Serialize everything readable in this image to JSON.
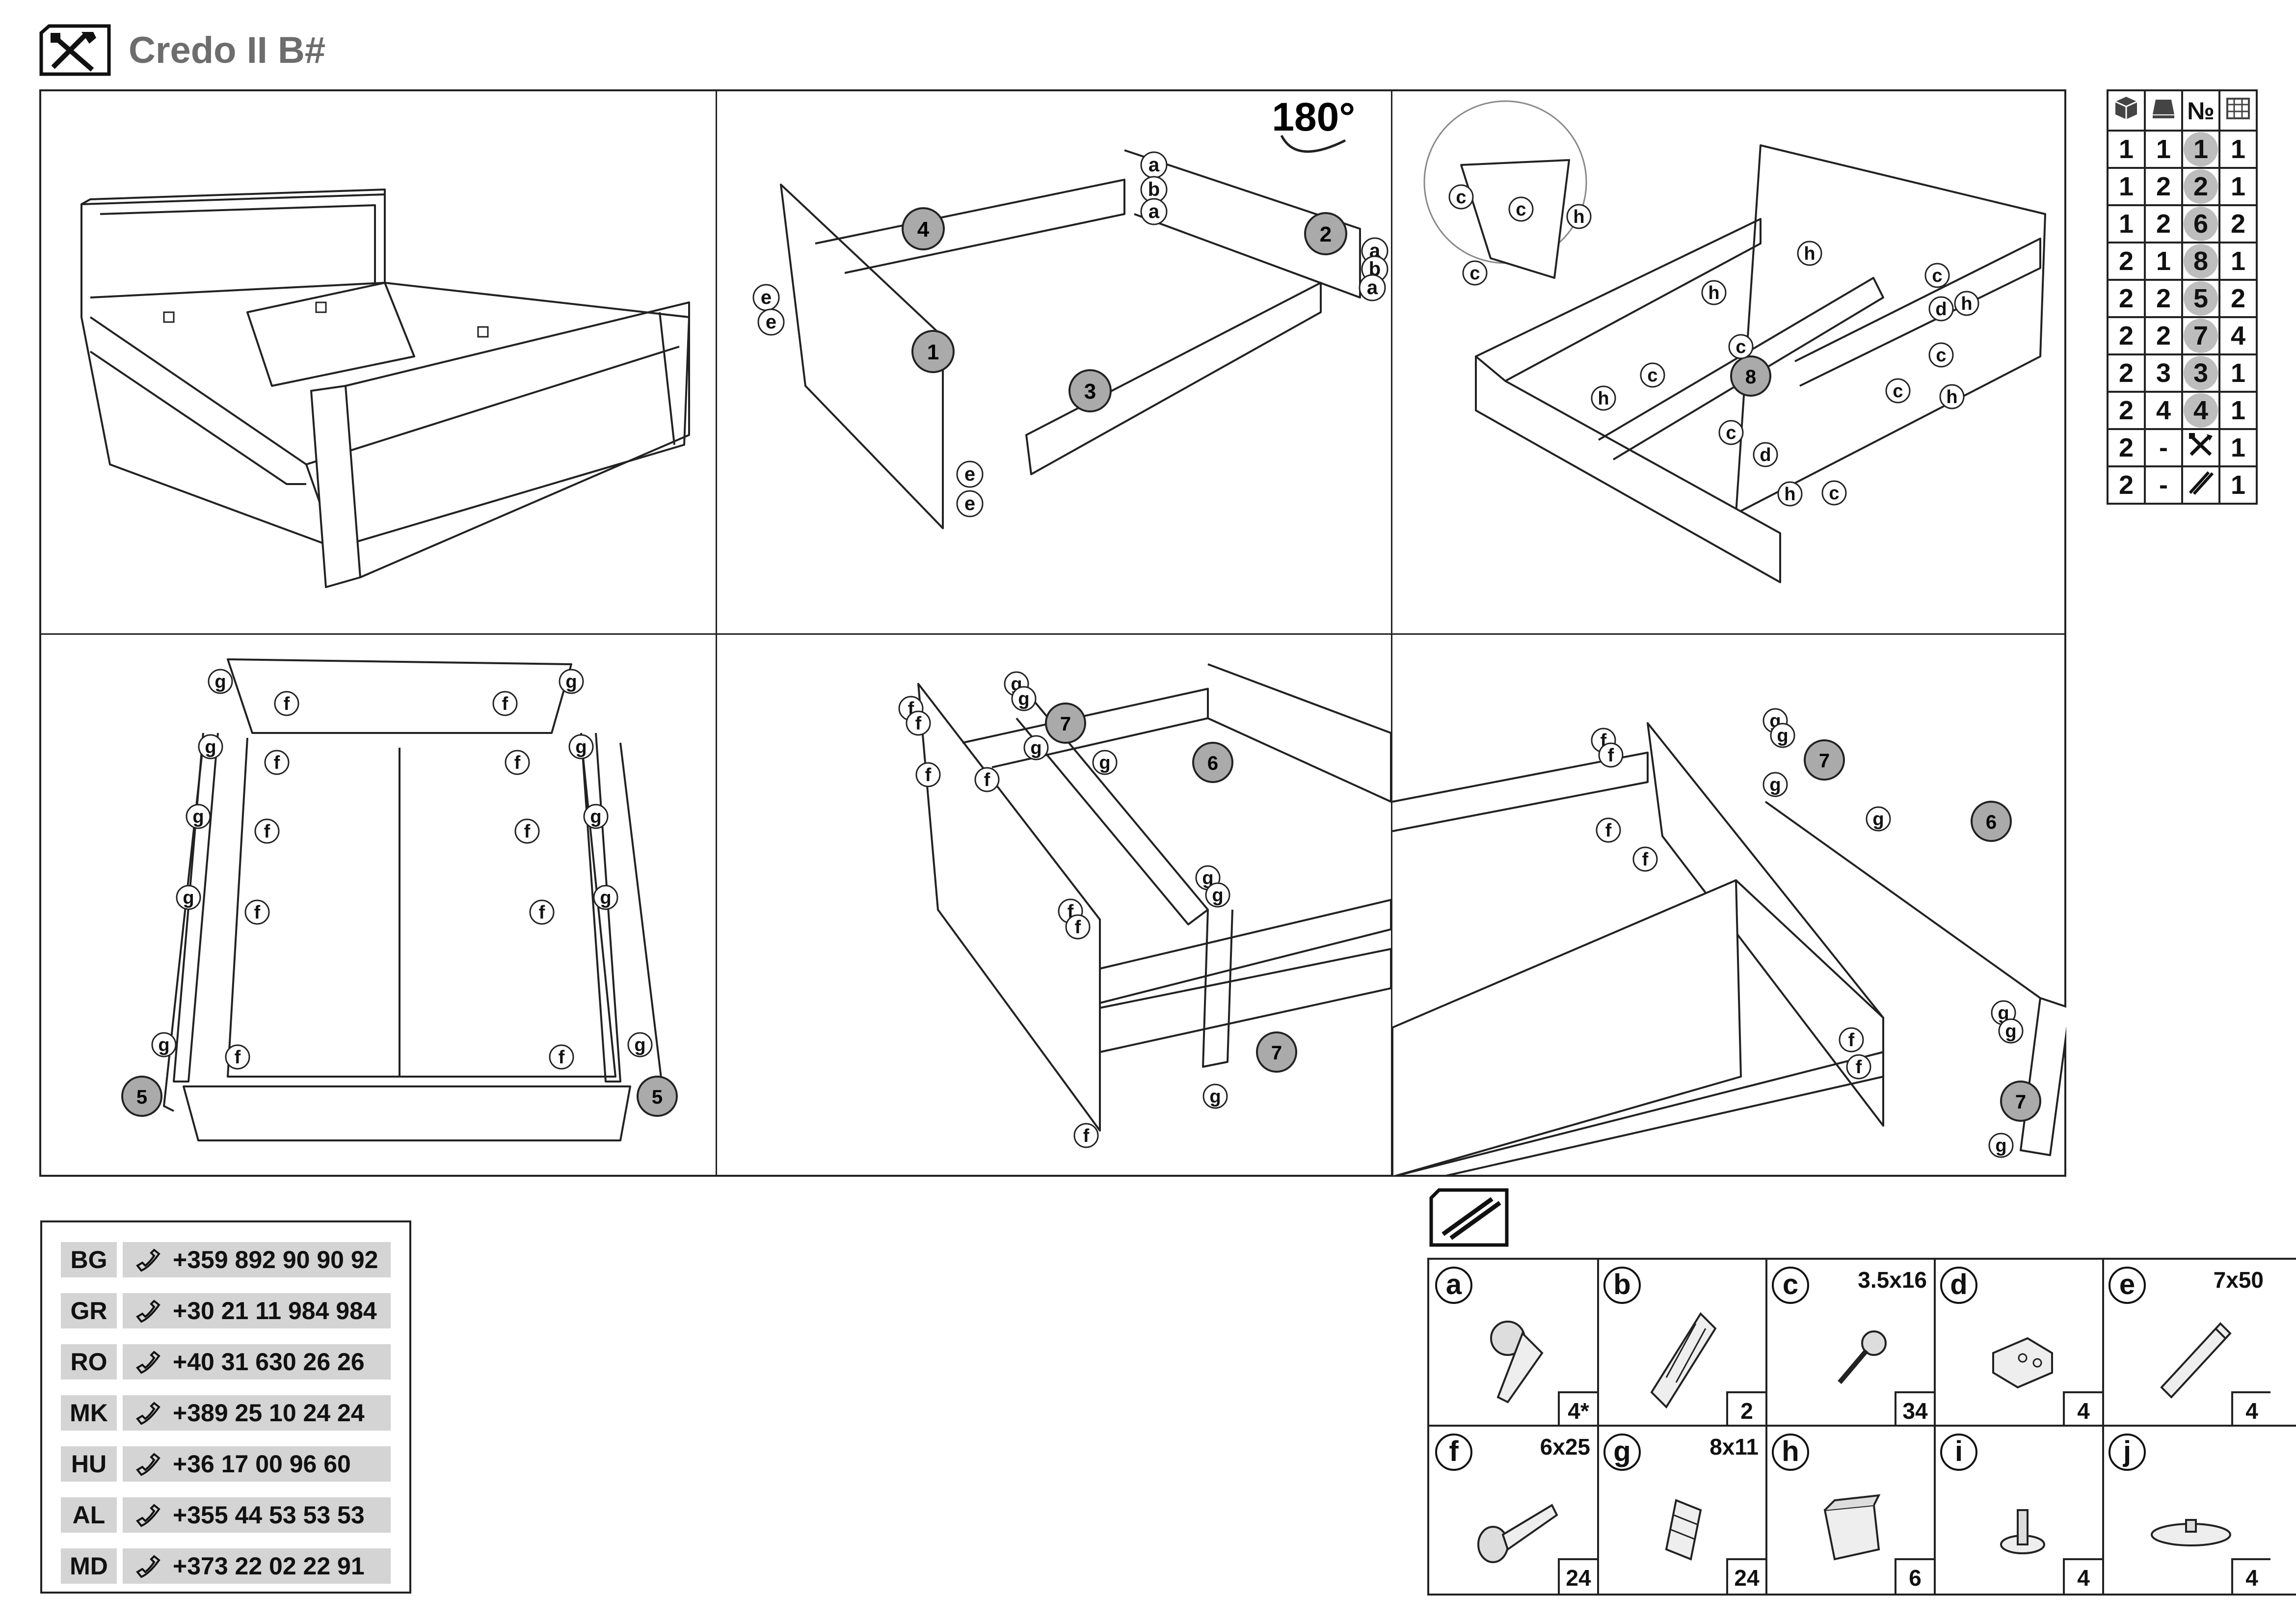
{
  "header": {
    "title": "Credo II B#"
  },
  "steps": {
    "rotation_label": "180°"
  },
  "parts_table": {
    "headers": [
      "box-icon",
      "shelf-icon",
      "№",
      "grid-icon"
    ],
    "rows": [
      {
        "box": "1",
        "qty_layers": "1",
        "part": "1",
        "count": "1"
      },
      {
        "box": "1",
        "qty_layers": "2",
        "part": "2",
        "count": "1"
      },
      {
        "box": "1",
        "qty_layers": "2",
        "part": "6",
        "count": "2"
      },
      {
        "box": "2",
        "qty_layers": "1",
        "part": "8",
        "count": "1"
      },
      {
        "box": "2",
        "qty_layers": "2",
        "part": "5",
        "count": "2"
      },
      {
        "box": "2",
        "qty_layers": "2",
        "part": "7",
        "count": "4"
      },
      {
        "box": "2",
        "qty_layers": "3",
        "part": "3",
        "count": "1"
      },
      {
        "box": "2",
        "qty_layers": "4",
        "part": "4",
        "count": "1"
      },
      {
        "box": "2",
        "qty_layers": "-",
        "part": "tools-icon",
        "count": "1"
      },
      {
        "box": "2",
        "qty_layers": "-",
        "part": "fittings-icon",
        "count": "1"
      }
    ]
  },
  "phones": [
    {
      "country": "BG",
      "number": "+359 892 90 90 92"
    },
    {
      "country": "GR",
      "number": "+30 21 11 984 984"
    },
    {
      "country": "RO",
      "number": "+40 31 630 26 26"
    },
    {
      "country": "MK",
      "number": "+389 25 10 24 24"
    },
    {
      "country": "HU",
      "number": "+36 17 00 96 60"
    },
    {
      "country": "AL",
      "number": "+355 44 53 53 53"
    },
    {
      "country": "MD",
      "number": "+373 22 02 22 91"
    }
  ],
  "hardware": [
    {
      "letter": "a",
      "size": "",
      "qty": "4*",
      "icon": "cam-bolt-icon"
    },
    {
      "letter": "b",
      "size": "",
      "qty": "2",
      "icon": "dowel-icon"
    },
    {
      "letter": "c",
      "size": "3.5x16",
      "qty": "34",
      "icon": "screw-icon"
    },
    {
      "letter": "d",
      "size": "",
      "qty": "4",
      "icon": "angle-bracket-icon"
    },
    {
      "letter": "e",
      "size": "7x50",
      "qty": "4",
      "icon": "confirmat-screw-icon"
    },
    {
      "letter": "f",
      "size": "6x25",
      "qty": "24",
      "icon": "bolt-icon"
    },
    {
      "letter": "g",
      "size": "8x11",
      "qty": "24",
      "icon": "insert-nut-icon"
    },
    {
      "letter": "h",
      "size": "",
      "qty": "6",
      "icon": "slat-bracket-icon"
    },
    {
      "letter": "i",
      "size": "",
      "qty": "4",
      "icon": "foot-icon"
    },
    {
      "letter": "j",
      "size": "",
      "qty": "4",
      "icon": "pad-icon"
    }
  ]
}
